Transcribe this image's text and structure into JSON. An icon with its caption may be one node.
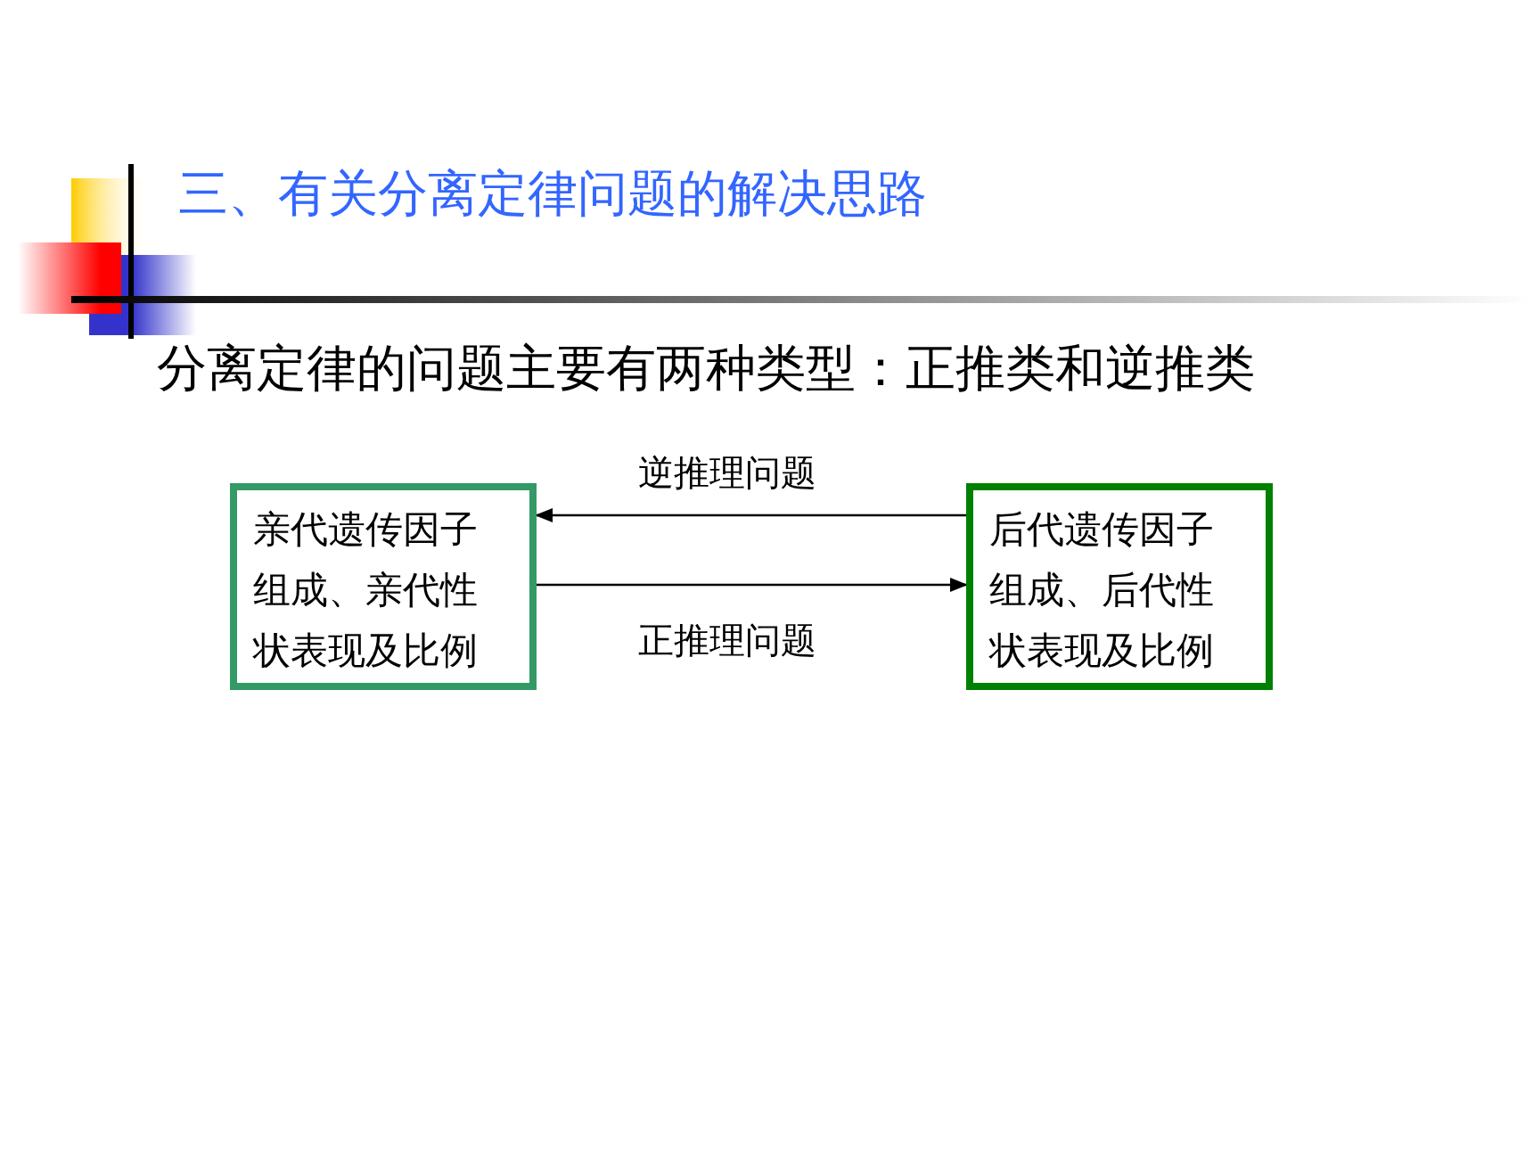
{
  "diagram": {
    "title": "三、有关分离定律问题的解决思路",
    "nodes": [
      {
        "text": [
          "亲代遗传因子组成、亲代性状表现及比例"
        ]
      },
      {
        "text": [
          "后代遗传因子组成、后代性状表现及比例"
        ]
      }
    ],
    "edges": [
      {
        "from": 1,
        "to": 0,
        "arrow": "to",
        "label": "逆推理问题"
      },
      {
        "from": 0,
        "to": 1,
        "arrow": "to",
        "label": "正推理问题"
      }
    ],
    "labels": [
      "分离定律的问题主要有两种类型：正推类和逆推类"
    ]
  }
}
